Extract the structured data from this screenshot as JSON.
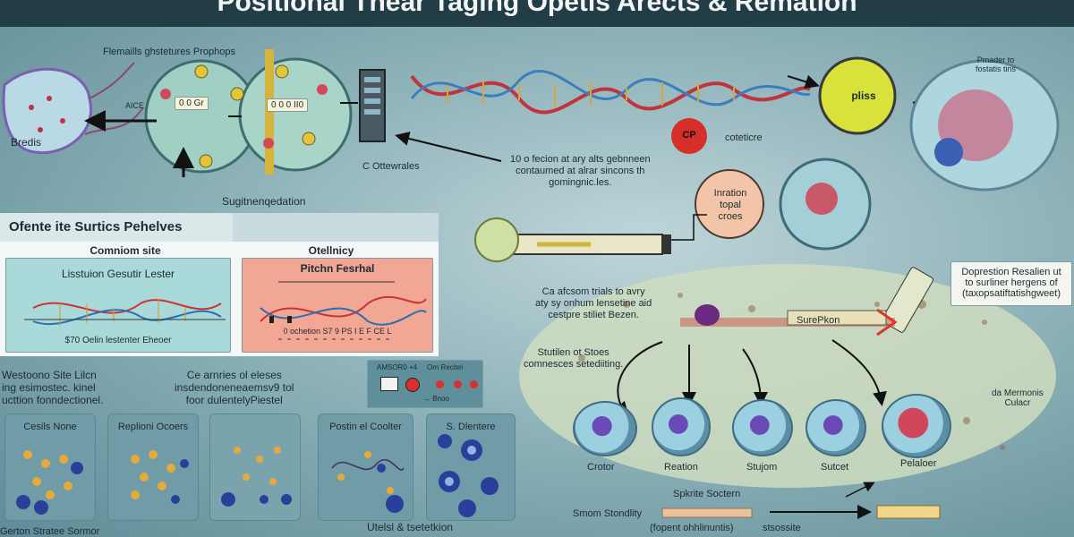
{
  "title": "Positional Tnear Taging Opetis Arects & Remation",
  "top_left": {
    "header": "Flemaills ghstetures Prophops",
    "breds": "Bredis",
    "membrane_tag": "AICE",
    "label_a": "0 0 Gr",
    "label_b": "0 0 0 II0",
    "caption": "Sugitnenqedation",
    "c_label": "C Ottewrales"
  },
  "center_text": {
    "lines": [
      "10 o fecion at ary alts gebnneen",
      "contaumed at alrar sincons th",
      "gomingnic.les."
    ]
  },
  "top_right": {
    "cp_badge": "CP",
    "cp_note": "coteticre",
    "pliss_badge": "pliss",
    "note_line1": "Pmader to",
    "note_line2": "fostatis tins",
    "insertion_lines": [
      "Inration",
      "topal",
      "croes"
    ]
  },
  "left_panel": {
    "heading": "Ofente ite Surtics Pehelves",
    "col1_title": "Comniom site",
    "col2_title": "Otellnicy",
    "box1_title": "Lisstuion Gesutir Lester",
    "box1_caption": "$70 Oelin lestenter Eheoer",
    "box2_title": "Pitchn Fesrhal",
    "box2_caption": "0 ochetion S7 9 PS I E F CE L"
  },
  "lower_left": {
    "text1_lines": [
      "Westoono Site Lilcn",
      "ing esimostec. kinel",
      "ucttion fonndectionel."
    ],
    "text2_lines": [
      "Ce arnries ol eleses",
      "insdendoneneaemsv9 tol",
      "foor dulentelyPiestel"
    ],
    "legend_title": "AMSOR0 +4",
    "legend_note": "Orn Recitel",
    "legend_sub": "→ Bnoo",
    "cards": [
      "Cesils None",
      "Replioni Ocoers",
      "Postin el Coolter",
      "S. Dlentere"
    ],
    "bottom_caption": "Utelsl & tsetetkion",
    "bottom_left": "Gerton Stratee Sormor"
  },
  "right_panel": {
    "box_lines": [
      "Doprestion Resalien ut",
      "to surliner hergens of",
      "(taxopsatiftatishgweet)"
    ],
    "left_text": [
      "Ca afcsom trials to avry",
      "aty sy onhum lensetine aid",
      "cestpre stiliet Bezen."
    ],
    "sunpkon": "SurePkon",
    "stabion_lines": [
      "Stutilen ot Stoes",
      "comnesces setediiting."
    ],
    "da_labels": [
      "da Mermonis",
      "Culacr"
    ],
    "cell_labels": [
      "Crotor",
      "Reation",
      "Stujom",
      "Sutcet",
      "Pelaloer"
    ],
    "bottom_title": "Spkrite Soctern",
    "bottom_left": "Smom Stondlity",
    "bottom_sub": "(fopent ohhlinuntis)",
    "bottom_right": "stsossite"
  }
}
